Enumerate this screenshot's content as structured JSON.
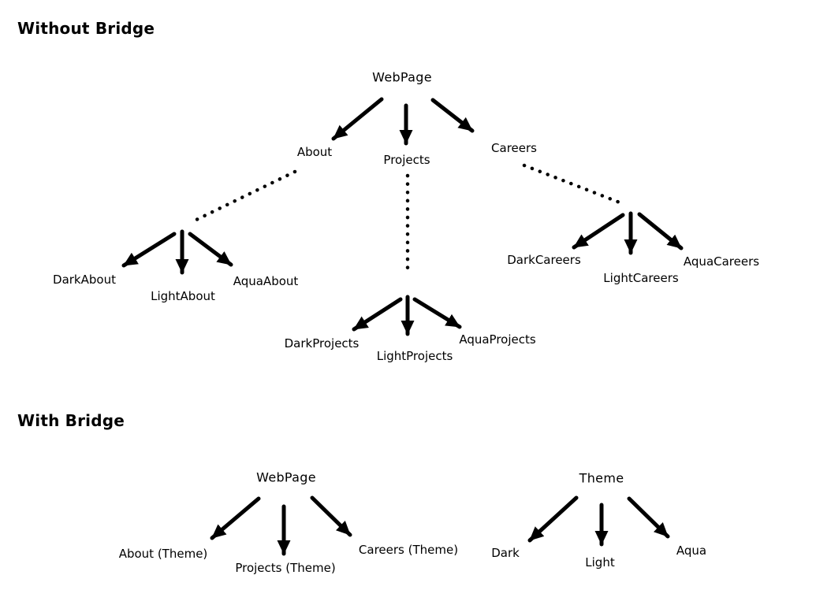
{
  "page": {
    "background_color": "#ffffff",
    "ink_color": "#000000",
    "description": "Bridge design pattern class hierarchy comparison diagram"
  },
  "without_bridge": {
    "title": "Without Bridge",
    "root": {
      "label": "WebPage"
    },
    "level1": [
      {
        "label": "About"
      },
      {
        "label": "Projects"
      },
      {
        "label": "Careers"
      }
    ],
    "about_children": [
      {
        "label": "DarkAbout"
      },
      {
        "label": "LightAbout"
      },
      {
        "label": "AquaAbout"
      }
    ],
    "projects_children": [
      {
        "label": "DarkProjects"
      },
      {
        "label": "LightProjects"
      },
      {
        "label": "AquaProjects"
      }
    ],
    "careers_children": [
      {
        "label": "DarkCareers"
      },
      {
        "label": "LightCareers"
      },
      {
        "label": "AquaCareers"
      }
    ],
    "edges": [
      {
        "from": "WebPage",
        "to": "About",
        "style": "solid-arrow"
      },
      {
        "from": "WebPage",
        "to": "Projects",
        "style": "solid-arrow"
      },
      {
        "from": "WebPage",
        "to": "Careers",
        "style": "solid-arrow"
      },
      {
        "from": "About",
        "to": "DarkAbout",
        "style": "dotted-link-then-solid-arrow"
      },
      {
        "from": "About",
        "to": "LightAbout",
        "style": "dotted-link-then-solid-arrow"
      },
      {
        "from": "About",
        "to": "AquaAbout",
        "style": "dotted-link-then-solid-arrow"
      },
      {
        "from": "Projects",
        "to": "DarkProjects",
        "style": "dotted-link-then-solid-arrow"
      },
      {
        "from": "Projects",
        "to": "LightProjects",
        "style": "dotted-link-then-solid-arrow"
      },
      {
        "from": "Projects",
        "to": "AquaProjects",
        "style": "dotted-link-then-solid-arrow"
      },
      {
        "from": "Careers",
        "to": "DarkCareers",
        "style": "dotted-link-then-solid-arrow"
      },
      {
        "from": "Careers",
        "to": "LightCareers",
        "style": "dotted-link-then-solid-arrow"
      },
      {
        "from": "Careers",
        "to": "AquaCareers",
        "style": "dotted-link-then-solid-arrow"
      }
    ]
  },
  "with_bridge": {
    "title": "With Bridge",
    "webpage_tree": {
      "root": {
        "label": "WebPage"
      },
      "children": [
        {
          "label": "About (Theme)"
        },
        {
          "label": "Projects (Theme)"
        },
        {
          "label": "Careers (Theme)"
        }
      ]
    },
    "theme_tree": {
      "root": {
        "label": "Theme"
      },
      "children": [
        {
          "label": "Dark"
        },
        {
          "label": "Light"
        },
        {
          "label": "Aqua"
        }
      ]
    },
    "edges": [
      {
        "from": "WebPage",
        "to": "About (Theme)",
        "style": "solid-arrow"
      },
      {
        "from": "WebPage",
        "to": "Projects (Theme)",
        "style": "solid-arrow"
      },
      {
        "from": "WebPage",
        "to": "Careers (Theme)",
        "style": "solid-arrow"
      },
      {
        "from": "Theme",
        "to": "Dark",
        "style": "solid-arrow"
      },
      {
        "from": "Theme",
        "to": "Light",
        "style": "solid-arrow"
      },
      {
        "from": "Theme",
        "to": "Aqua",
        "style": "solid-arrow"
      }
    ]
  }
}
